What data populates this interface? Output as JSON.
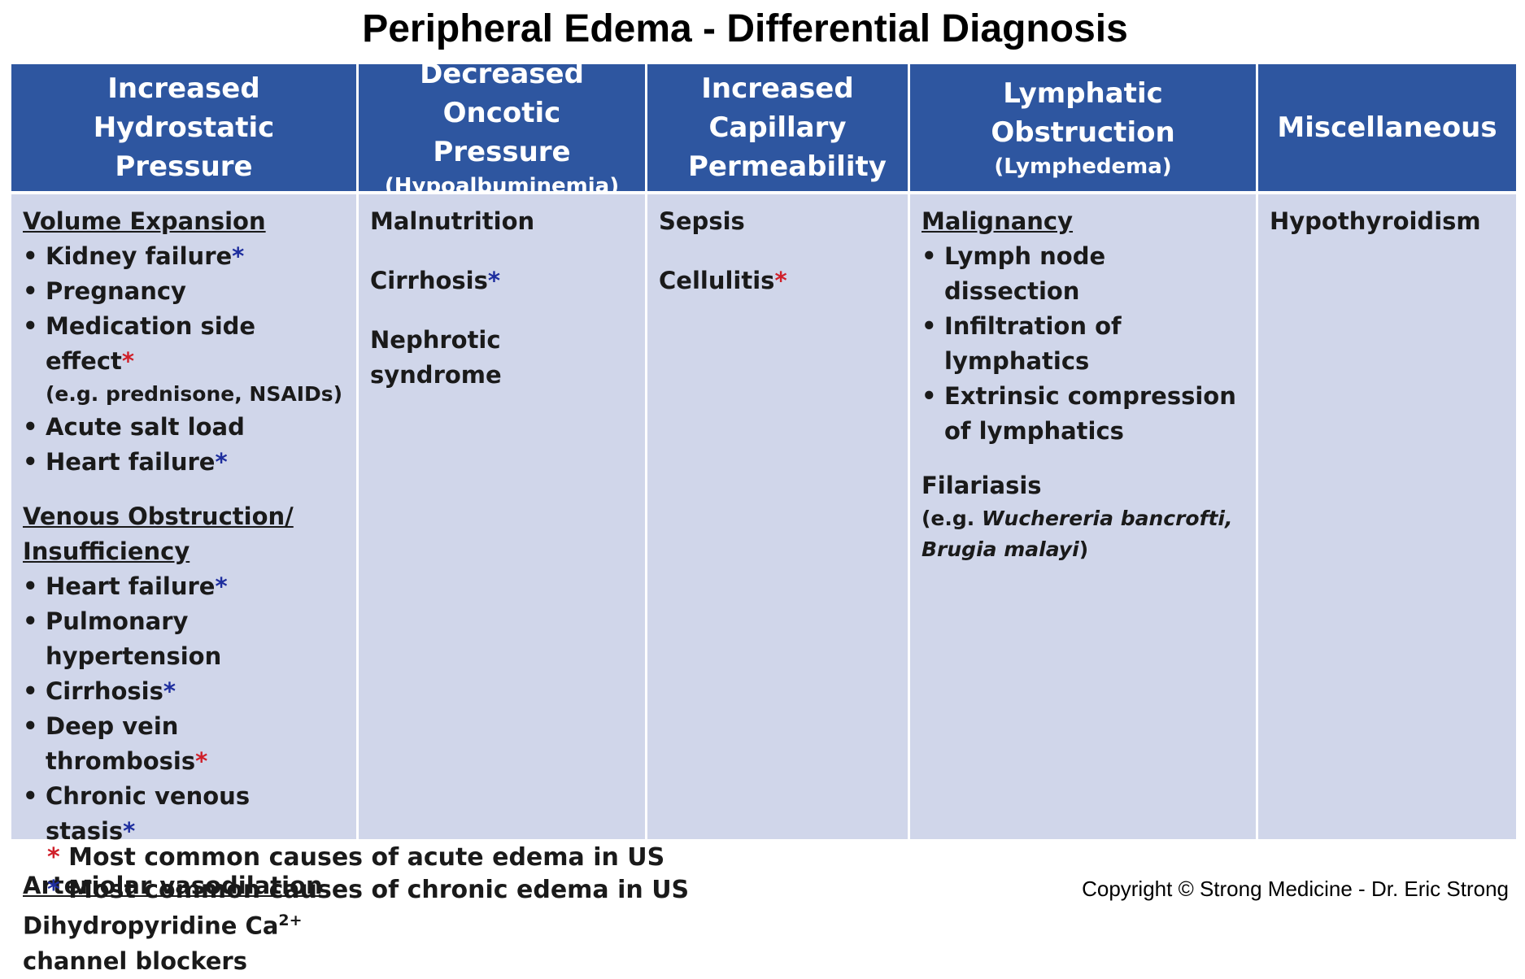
{
  "title": "Peripheral Edema - Differential Diagnosis",
  "headers": {
    "col1": "Increased Hydrostatic Pressure",
    "col2_main": "Decreased Oncotic Pressure",
    "col2_sub": "(Hypoalbuminemia)",
    "col3": "Increased Capillary Permeability",
    "col4_main": "Lymphatic Obstruction",
    "col4_sub": "(Lymphedema)",
    "col5": "Miscellaneous"
  },
  "col1": {
    "sec1": "Volume Expansion",
    "sec1_items": [
      "Kidney failure",
      "Pregnancy",
      "Medication side effect",
      "Acute salt load",
      "Heart failure"
    ],
    "sec1_note": "(e.g. prednisone, NSAIDs)",
    "sec2_line1": "Venous Obstruction/",
    "sec2_line2": "Insufficiency",
    "sec2_items": [
      "Heart failure",
      "Pulmonary hypertension",
      "Cirrhosis",
      "Deep vein thrombosis",
      "Chronic venous stasis"
    ],
    "sec3": "Arteriolar vasodilation",
    "sec3_text1": "Dihydropyridine Ca",
    "sec3_sup": "2+",
    "sec3_text2": "channel blockers"
  },
  "col2": {
    "items": [
      "Malnutrition",
      "Cirrhosis",
      "Nephrotic syndrome"
    ]
  },
  "col3": {
    "items": [
      "Sepsis",
      "Cellulitis"
    ]
  },
  "col4": {
    "sec1": "Malignancy",
    "sec1_items": [
      "Lymph node dissection",
      "Infiltration of lymphatics",
      "Extrinsic compression of lymphatics"
    ],
    "sec2": "Filariasis",
    "sec2_note_prefix": "(e.g. ",
    "sec2_note_italic1": "Wuchereria bancrofti,",
    "sec2_note_italic2": "Brugia malayi",
    "sec2_note_suffix": ")"
  },
  "col5": {
    "items": [
      "Hypothyroidism"
    ]
  },
  "asterisk": "*",
  "legend": {
    "acute": "Most common causes of acute edema in US",
    "chronic": "Most common causes of chronic edema in US"
  },
  "copyright": "Copyright © Strong Medicine - Dr. Eric Strong",
  "colors": {
    "header_bg": "#2e56a0",
    "body_bg": "#d0d6ea",
    "acute_asterisk": "#d0202a",
    "chronic_asterisk": "#1e2e9e"
  }
}
